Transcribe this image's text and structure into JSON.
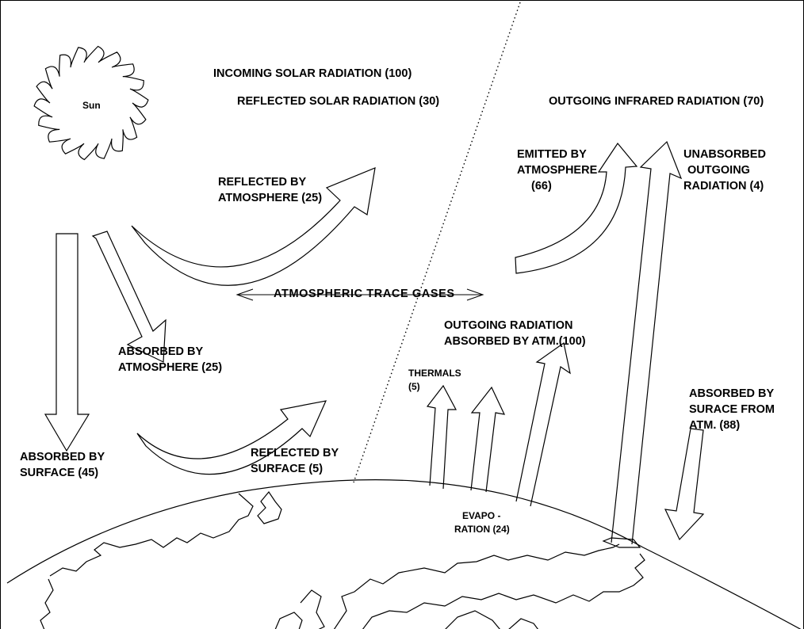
{
  "labels": {
    "sun": "Sun",
    "incoming_solar": "INCOMING SOLAR RADIATION (100)",
    "reflected_solar": "REFLECTED SOLAR RADIATION (30)",
    "outgoing_infrared": "OUTGOING INFRARED RADIATION (70)",
    "reflected_by_atmosphere": [
      "REFLECTED BY",
      "ATMOSPHERE (25)"
    ],
    "emitted_by_atmosphere": [
      "EMITTED BY",
      "ATMOSPHERE",
      "(66)"
    ],
    "unabsorbed_outgoing": [
      "UNABSORBED",
      "OUTGOING",
      "RADIATION (4)"
    ],
    "atmospheric_trace_gases": "ATMOSPHERIC  TRACE  GASES",
    "outgoing_absorbed": [
      "OUTGOING  RADIATION",
      "ABSORBED BY ATM.(100)"
    ],
    "thermals": [
      "THERMALS",
      "(5)"
    ],
    "absorbed_by_atmosphere": [
      "ABSORBED BY",
      "ATMOSPHERE (25)"
    ],
    "absorbed_by_surface_from_atm": [
      "ABSORBED BY",
      "SURACE FROM",
      "ATM. (88)"
    ],
    "absorbed_by_surface": [
      "ABSORBED BY",
      "SURFACE (45)"
    ],
    "reflected_by_surface": [
      "REFLECTED BY",
      "SURFACE (5)"
    ],
    "evaporation": [
      "EVAPO -",
      "RATION (24)"
    ]
  },
  "colors": {
    "ink": "#000000",
    "paper": "#ffffff"
  }
}
